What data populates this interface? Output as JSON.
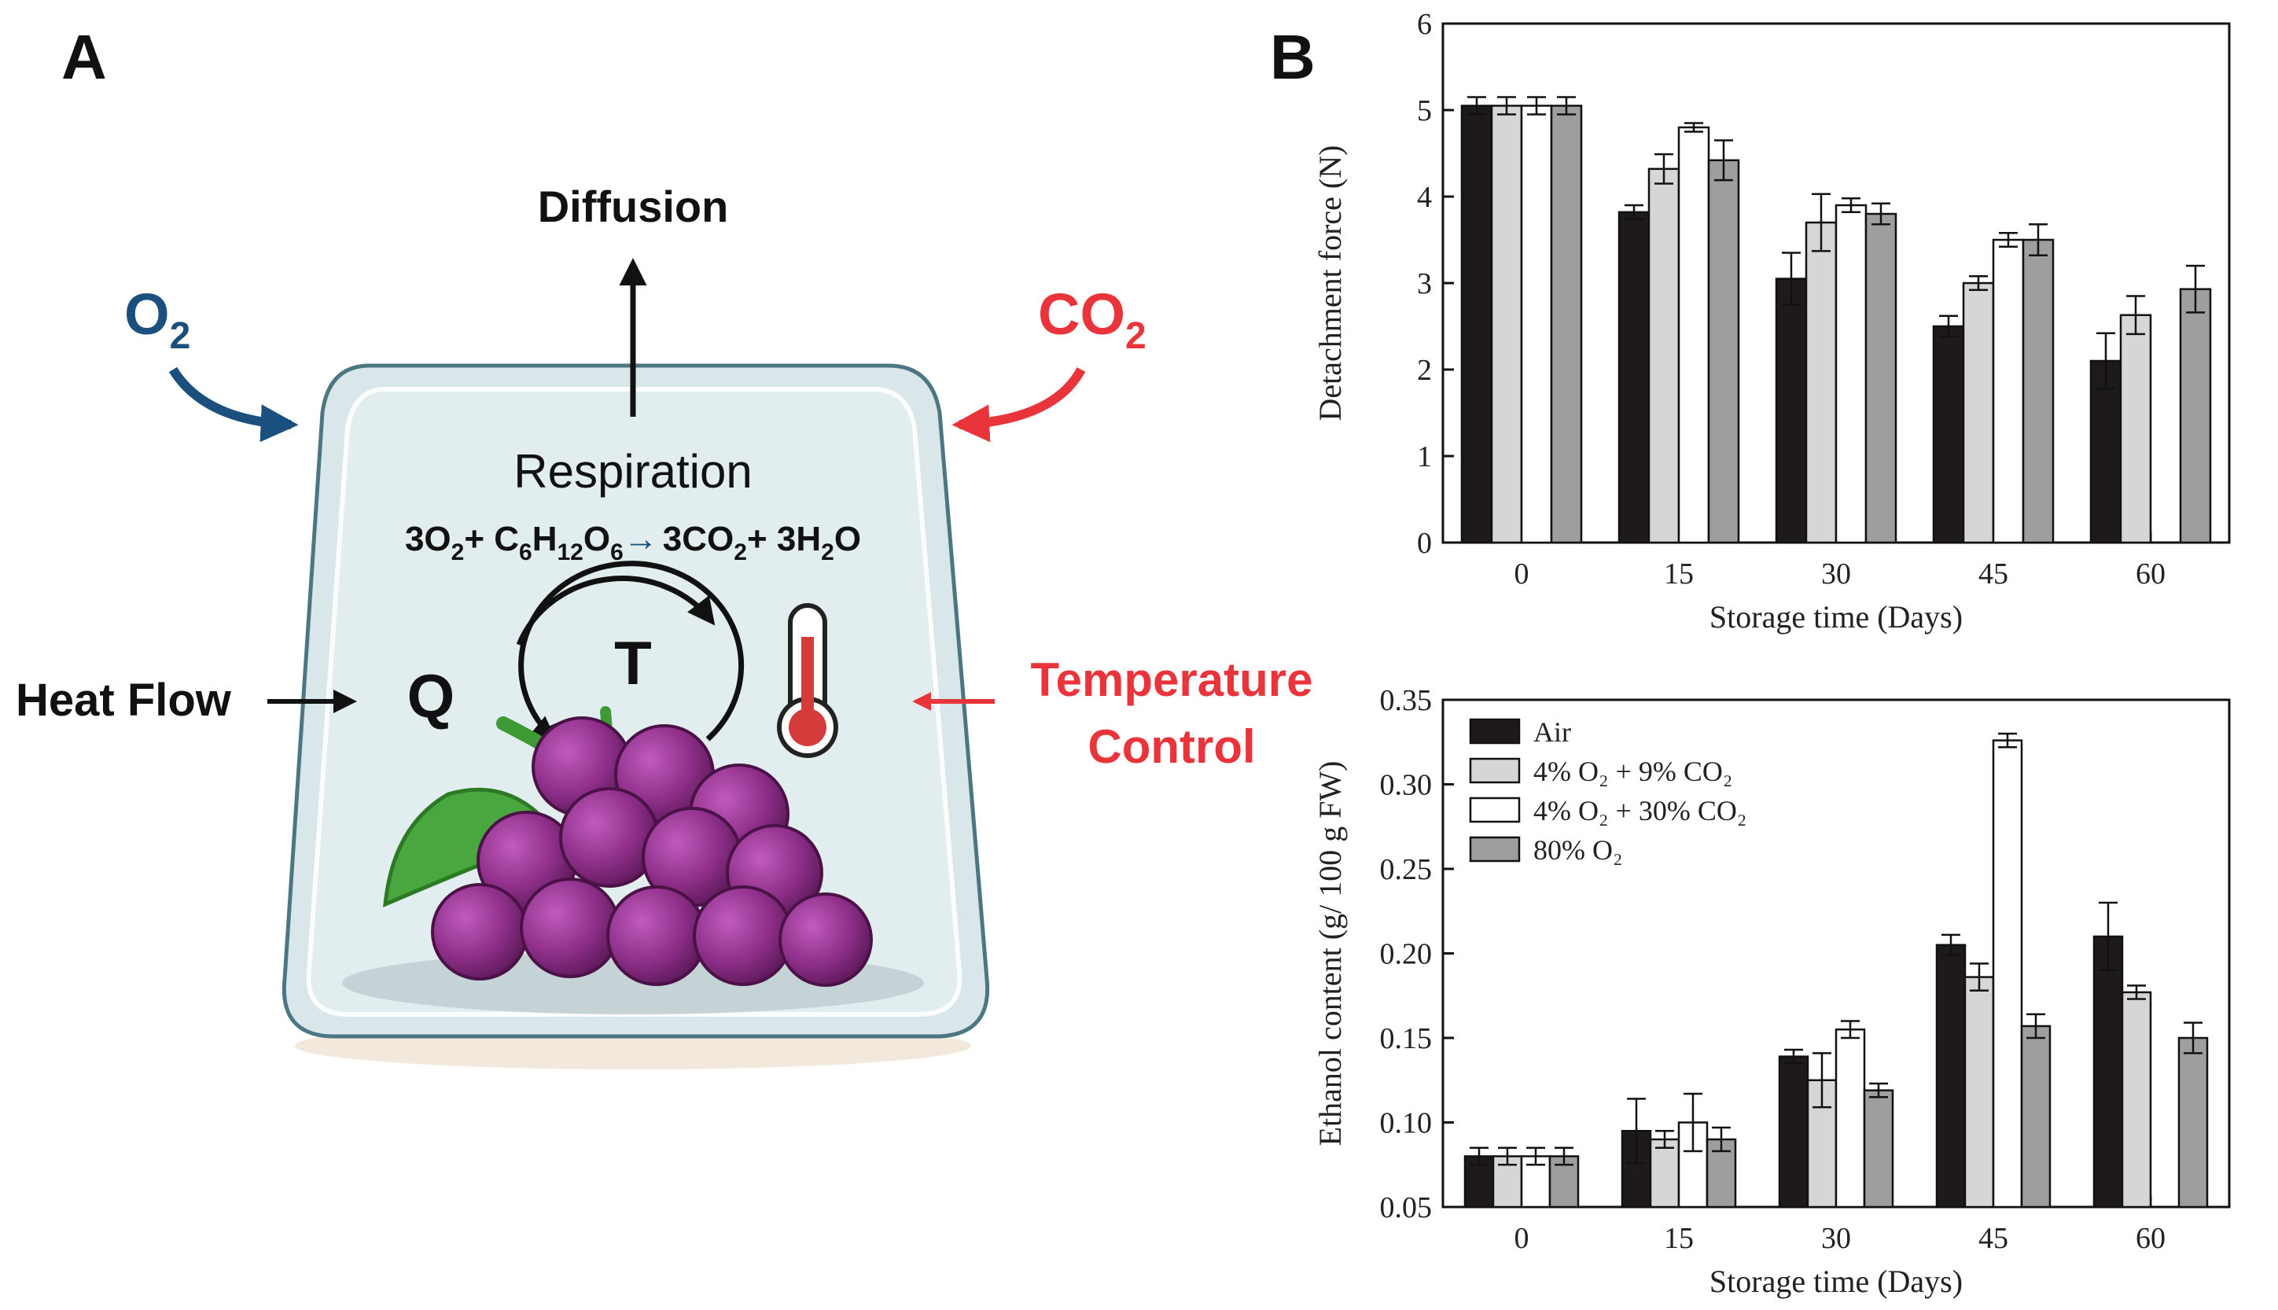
{
  "panel_a": {
    "label": "A",
    "diffusion": "Diffusion",
    "o2_label": "O",
    "o2_sub": "2",
    "co2_label": "CO",
    "co2_sub": "2",
    "respiration": "Respiration",
    "eq": {
      "a": "3O",
      "a_sub": "2",
      "b": "+ C",
      "b_sub1": "6",
      "c": "H",
      "c_sub": "12",
      "d": "O",
      "d_sub": "6",
      "arrow": "→",
      "e": "3CO",
      "e_sub": "2",
      "f": "+ 3H",
      "f_sub": "2",
      "g": "O"
    },
    "heat_flow": "Heat Flow",
    "q": "Q",
    "t": "T",
    "temperature": "Temperature",
    "control": "Control",
    "colors": {
      "o2": "#1b4f7e",
      "co2": "#e8343a",
      "grape": "#8e2f8a",
      "leaf": "#3d9a34",
      "box": "#d9e7ea",
      "box_border": "#4d7683"
    }
  },
  "panel_b": {
    "label": "B"
  },
  "series_style": [
    {
      "name": "Air",
      "color": "#1e1a1b"
    },
    {
      "name": "4% O₂ + 9% CO₂",
      "color": "#d6d6d6"
    },
    {
      "name": "4% O₂ + 30% CO₂",
      "color": "#ffffff"
    },
    {
      "name": "80% O₂",
      "color": "#9e9e9e"
    }
  ],
  "chart_data": [
    {
      "type": "bar",
      "xlabel": "Storage time (Days)",
      "ylabel": "Detachment force (N)",
      "ylim": [
        0,
        6
      ],
      "yticks": [
        "0",
        "1",
        "2",
        "3",
        "4",
        "5",
        "6"
      ],
      "categories": [
        "0",
        "15",
        "30",
        "45",
        "60"
      ],
      "series": [
        {
          "values": [
            5.05,
            3.82,
            3.05,
            2.5,
            2.1
          ],
          "errors": [
            0.1,
            0.08,
            0.3,
            0.12,
            0.32
          ]
        },
        {
          "values": [
            5.05,
            4.32,
            3.7,
            3.0,
            2.63
          ],
          "errors": [
            0.1,
            0.17,
            0.33,
            0.08,
            0.22
          ]
        },
        {
          "values": [
            5.05,
            4.8,
            3.9,
            3.5,
            null
          ],
          "errors": [
            0.1,
            0.05,
            0.08,
            0.08,
            null
          ]
        },
        {
          "values": [
            5.05,
            4.42,
            3.8,
            3.5,
            2.93
          ],
          "errors": [
            0.1,
            0.23,
            0.12,
            0.18,
            0.27
          ]
        }
      ],
      "legend": null
    },
    {
      "type": "bar",
      "xlabel": "Storage time (Days)",
      "ylabel": "Ethanol content (g/ 100 g FW)",
      "ylim": [
        0.05,
        0.35
      ],
      "yticks": [
        "0.05",
        "0.10",
        "0.15",
        "0.20",
        "0.25",
        "0.30",
        "0.35"
      ],
      "categories": [
        "0",
        "15",
        "30",
        "45",
        "60"
      ],
      "series": [
        {
          "name": "Air",
          "values": [
            0.08,
            0.095,
            0.139,
            0.205,
            0.21
          ],
          "errors": [
            0.005,
            0.019,
            0.004,
            0.006,
            0.02
          ]
        },
        {
          "name": "4% O₂ + 9% CO₂",
          "values": [
            0.08,
            0.09,
            0.125,
            0.186,
            0.177
          ],
          "errors": [
            0.005,
            0.005,
            0.016,
            0.008,
            0.004
          ]
        },
        {
          "name": "4% O₂ + 30% CO₂",
          "values": [
            0.08,
            0.1,
            0.155,
            0.326,
            null
          ],
          "errors": [
            0.005,
            0.017,
            0.005,
            0.004,
            null
          ]
        },
        {
          "name": "80% O₂",
          "values": [
            0.08,
            0.09,
            0.119,
            0.157,
            0.15
          ],
          "errors": [
            0.005,
            0.007,
            0.004,
            0.007,
            0.009
          ]
        }
      ],
      "legend": "top-left"
    }
  ]
}
